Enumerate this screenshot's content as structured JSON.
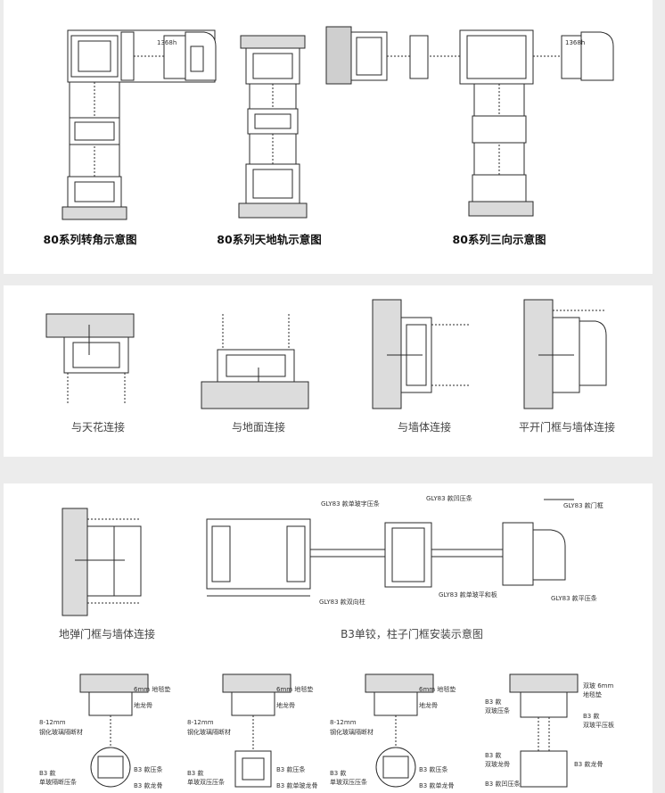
{
  "panel1": {
    "captions": [
      "80系列转角示意图",
      "80系列天地轨示意图",
      "80系列三向示意图"
    ],
    "dim_labels": [
      "1368h",
      "1368h"
    ]
  },
  "panel2": {
    "captions": [
      "与天花连接",
      "与地面连接",
      "与墙体连接",
      "平开门框与墙体连接"
    ]
  },
  "panel3": {
    "captions": [
      "地弹门框与墙体连接",
      "B3单铰，柱子门框安装示意图"
    ],
    "callouts": {
      "c1": "GLY83 款单玻字压条",
      "c2": "GLY83 款凹压条",
      "c3": "GLY83 款门框",
      "c4": "GLY83 款双向柱",
      "c5": "GLY83 款单玻平和板",
      "c6": "GLY83 款平压条"
    },
    "details": [
      {
        "a": "6mm 地毯垫",
        "b": "地龙骨",
        "c": "8-12mm",
        "d": "钢化玻璃隔断材",
        "e": "B3 款",
        "f": "单玻隔断压条",
        "g": "B3 款压条",
        "h": "B3 款龙骨"
      },
      {
        "a": "6mm 地毯垫",
        "b": "地龙骨",
        "c": "8-12mm",
        "d": "钢化玻璃隔断材",
        "e": "B3 款",
        "f": "单玻双压压条",
        "g": "B3 款压条",
        "h": "B3 款单玻龙骨"
      },
      {
        "a": "6mm 地毯垫",
        "b": "地龙骨",
        "c": "8-12mm",
        "d": "钢化玻璃隔断材",
        "e": "B3 款",
        "f": "单玻双压压条",
        "g": "B3 款压条",
        "h": "B3 款单龙骨"
      },
      {
        "a": "双玻 6mm",
        "b": "地毯垫",
        "c": "B3 款",
        "d": "双玻压条",
        "e": "B3 款",
        "f": "双玻平压板",
        "g": "B3 款",
        "h": "双玻龙骨",
        "i": "B3 款龙骨",
        "j": "B3 款凹压条"
      }
    ]
  }
}
